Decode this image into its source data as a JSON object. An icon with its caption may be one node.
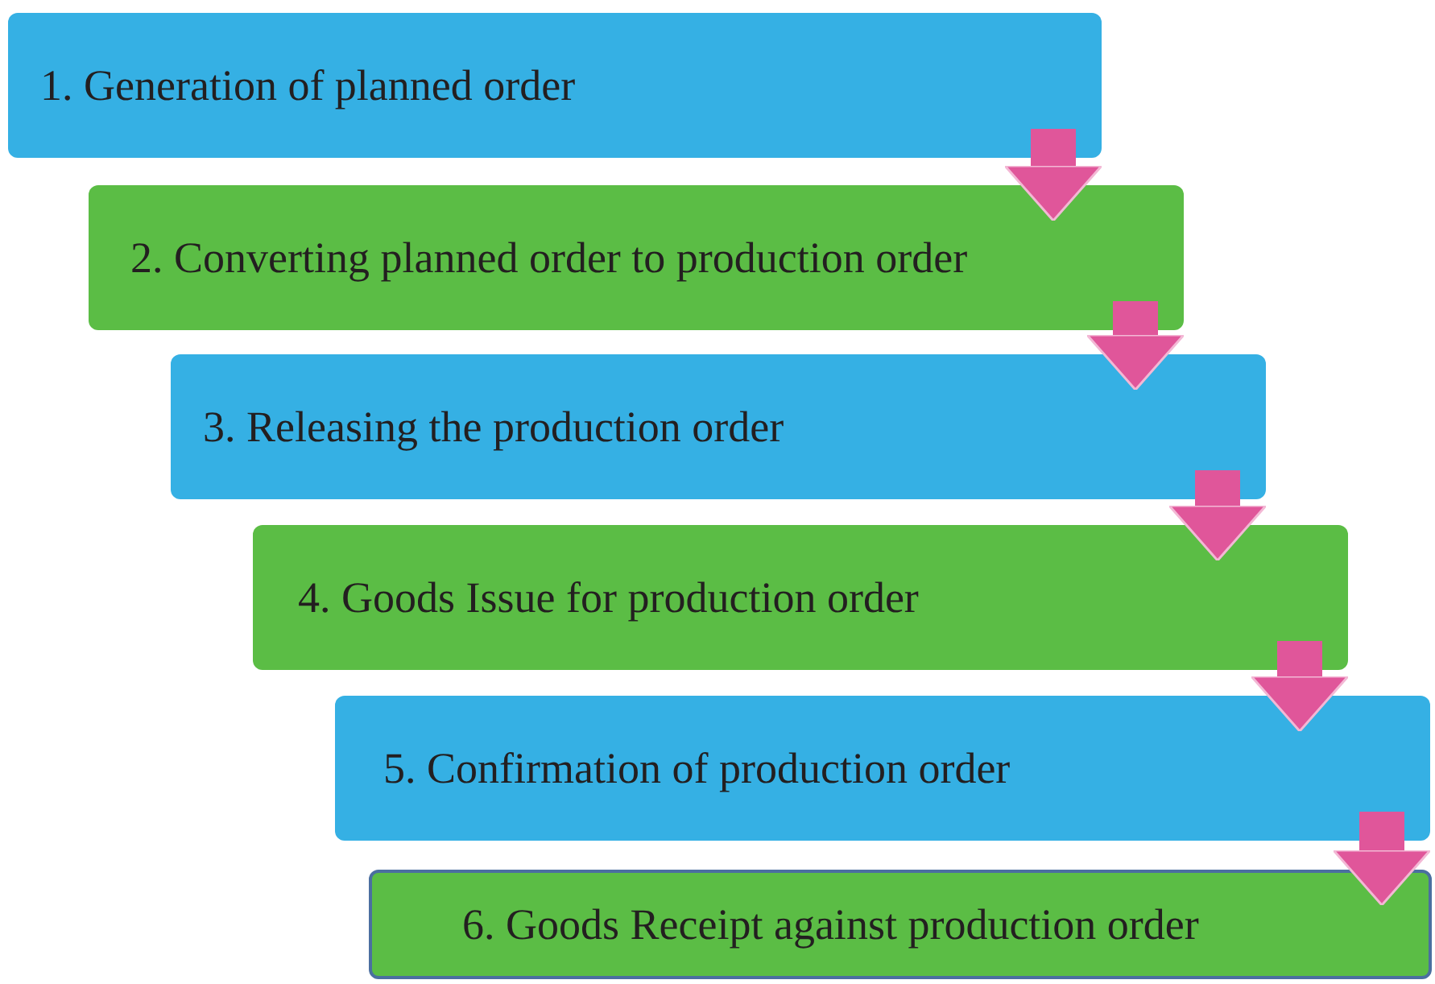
{
  "diagram": {
    "nodes": [
      {
        "text": [
          "1. Generation of planned order"
        ]
      },
      {
        "text": [
          "2. Converting planned order to production order"
        ]
      },
      {
        "text": [
          "3. Releasing the production order"
        ]
      },
      {
        "text": [
          "4. Goods Issue for production order"
        ]
      },
      {
        "text": [
          "5. Confirmation of production order"
        ]
      },
      {
        "text": [
          "6. Goods Receipt against production order"
        ]
      }
    ],
    "edges": [
      {
        "from": 0,
        "to": 1,
        "arrow": "to"
      },
      {
        "from": 1,
        "to": 2,
        "arrow": "to"
      },
      {
        "from": 2,
        "to": 3,
        "arrow": "to"
      },
      {
        "from": 3,
        "to": 4,
        "arrow": "to"
      },
      {
        "from": 4,
        "to": 5,
        "arrow": "to"
      }
    ]
  }
}
